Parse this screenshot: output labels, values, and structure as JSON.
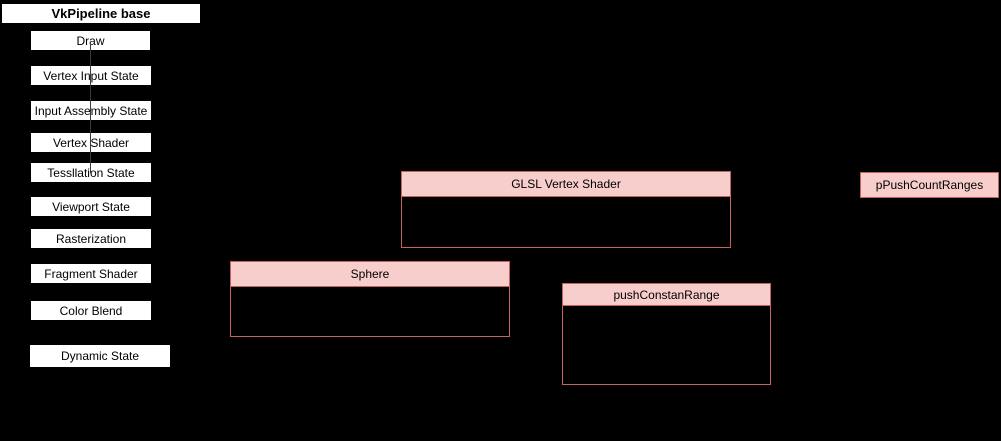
{
  "diagram": {
    "base_box": {
      "label": "VkPipeline base"
    },
    "pipeline_stages": [
      {
        "label": "Draw"
      },
      {
        "label": "Vertex Input State"
      },
      {
        "label": "Input Assembly State"
      },
      {
        "label": "Vertex Shader"
      },
      {
        "label": "Tessllation State"
      },
      {
        "label": "Viewport State"
      },
      {
        "label": "Rasterization"
      },
      {
        "label": "Fragment Shader"
      },
      {
        "label": "Color Blend"
      },
      {
        "label": "Dynamic State"
      }
    ],
    "nodes": {
      "glsl_vertex_shader": {
        "title": "GLSL Vertex Shader"
      },
      "p_push_count_ranges": {
        "label": "pPushCountRanges"
      },
      "sphere": {
        "title": "Sphere"
      },
      "push_constan_range": {
        "title": "pushConstanRange"
      }
    },
    "colors": {
      "background": "#000000",
      "stage_fill": "#ffffff",
      "node_fill": "#f8cecc",
      "node_stroke": "#c4635c",
      "text": "#000000",
      "connector": "#3a3a3a"
    }
  }
}
